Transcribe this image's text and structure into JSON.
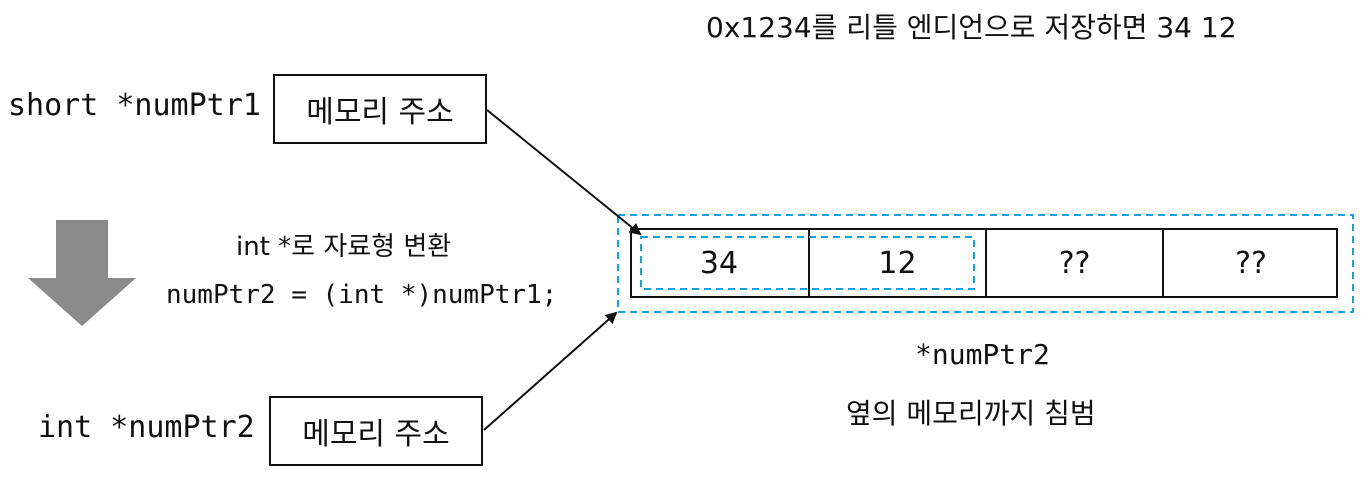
{
  "header": {
    "note": "0x1234를 리틀 엔디언으로 저장하면 34 12"
  },
  "top": {
    "declaration": "short *numPtr1",
    "box_label": "메모리 주소"
  },
  "conversion": {
    "title": "int *로 자료형 변환",
    "code": "numPtr2 = (int *)numPtr1;"
  },
  "bottom": {
    "declaration": "int *numPtr2",
    "box_label": "메모리 주소"
  },
  "memory": {
    "cells": [
      "34",
      "12",
      "??",
      "??"
    ],
    "deref_label": "*numPtr2",
    "caption": "옆의 메모리까지 침범"
  },
  "colors": {
    "dashed": "#1aa0d8",
    "arrow": "#8a8a8a",
    "line": "#111111"
  },
  "icons": {
    "conversion_arrow": "down-arrow-icon"
  }
}
